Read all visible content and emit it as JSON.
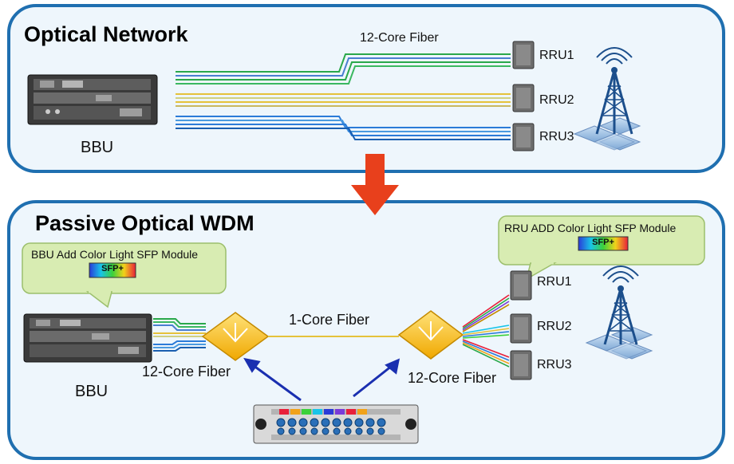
{
  "top_panel": {
    "title": "Optical Network",
    "fiber_label": "12-Core Fiber",
    "bbu_label": "BBU",
    "rru_labels": [
      "RRU1",
      "RRU2",
      "RRU3"
    ]
  },
  "bottom_panel": {
    "title": "Passive Optical WDM",
    "bbu_callout": {
      "text": "BBU Add Color Light SFP Module",
      "badge": "SFP+"
    },
    "rru_callout": {
      "text": "RRU ADD Color Light SFP Module",
      "badge": "SFP+"
    },
    "single_fiber_label": "1-Core Fiber",
    "left_fiber_label": "12-Core Fiber",
    "right_fiber_label": "12-Core Fiber",
    "bbu_label": "BBU",
    "rru_labels": [
      "RRU1",
      "RRU2",
      "RRU3"
    ]
  },
  "colors": {
    "panel_border": "#1f6fb0",
    "panel_fill": "#eef6fc",
    "callout_fill": "#d8ecb2",
    "arrow_red": "#e8401c",
    "arrow_blue": "#1a2fb0",
    "fiber_green": "#2aa84a",
    "fiber_yellow": "#e5c23a",
    "fiber_blue": "#2b7bd8",
    "wdm_yellow": "#f5c400"
  }
}
